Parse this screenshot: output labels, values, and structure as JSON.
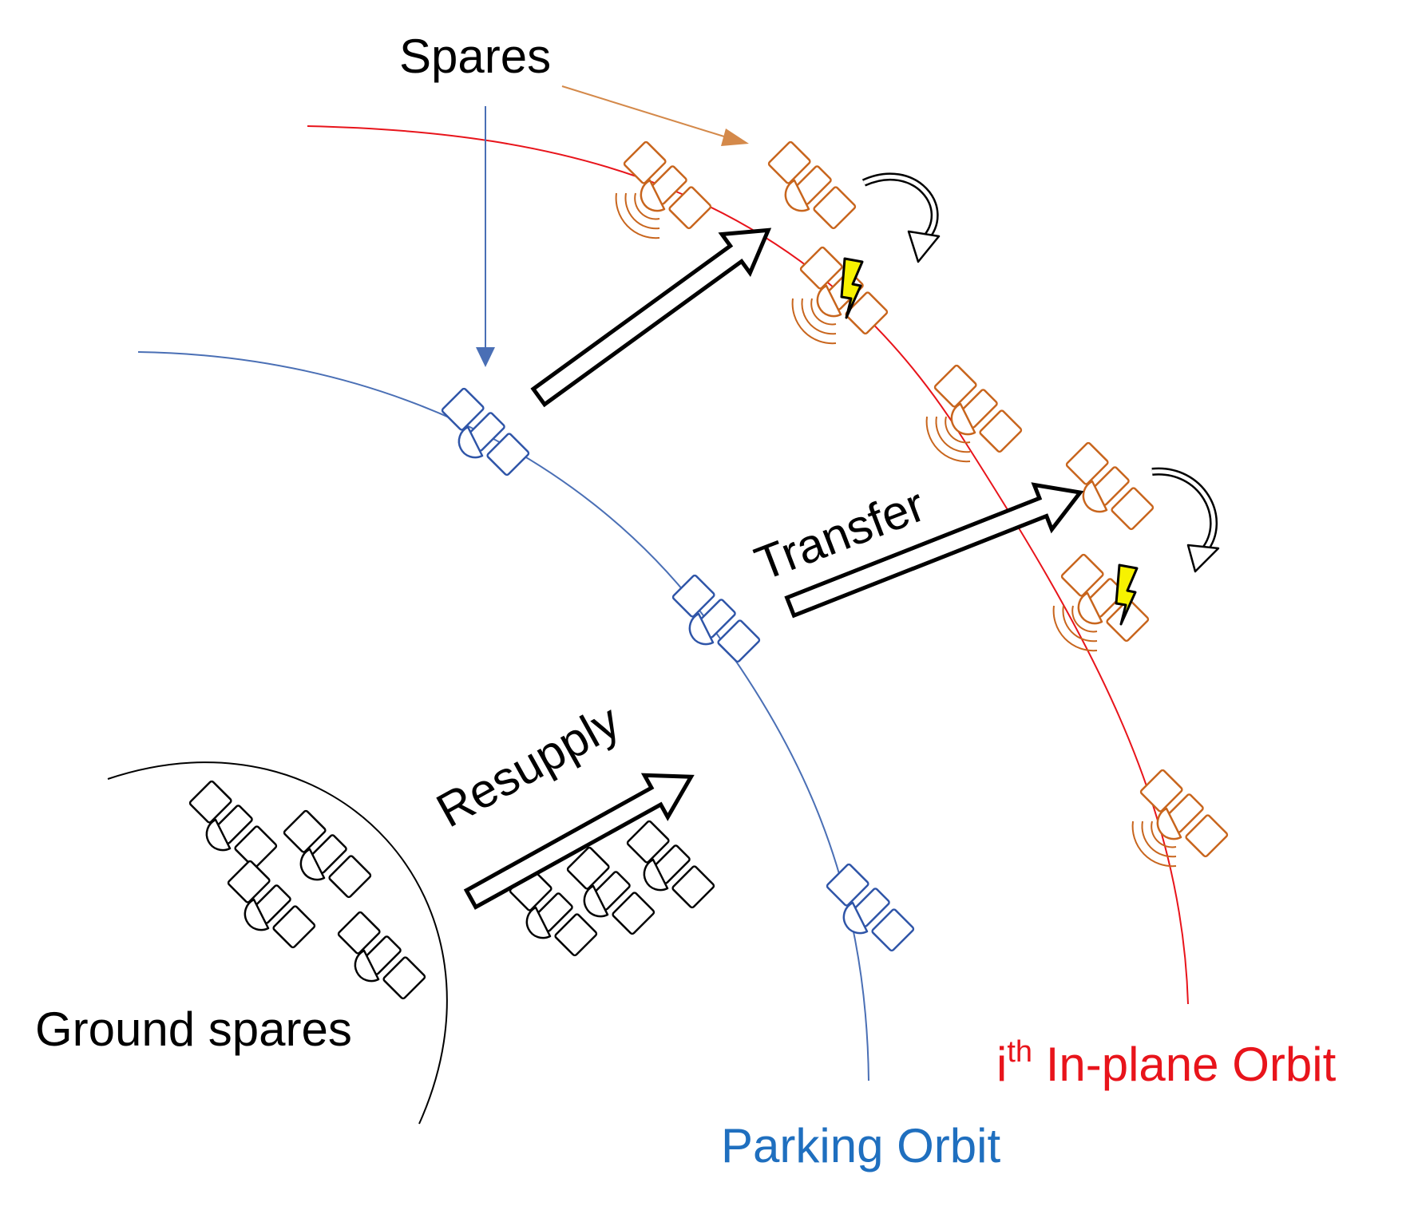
{
  "labels": {
    "spares": "Spares",
    "transfer": "Transfer",
    "resupply": "Resupply",
    "ground_spares": "Ground spares",
    "parking_orbit": "Parking Orbit",
    "inplane_orbit_index": "i",
    "inplane_orbit_superscript": "th",
    "inplane_orbit_rest": " In-plane Orbit"
  },
  "colors": {
    "inplane_orbit": "#e8141b",
    "parking_orbit": "#4a6fb5",
    "parking_label": "#1f6fbf",
    "ground": "#000000",
    "spare_pointer": "#d4894a",
    "orbit_satellite": "#c8651d",
    "parking_satellite": "#2f55a8",
    "ground_satellite": "#000000",
    "failure_bolt": "#f7f200",
    "background": "#ffffff"
  },
  "icons": {
    "satellite": "satellite-icon",
    "signal": "signal-waves-icon",
    "failure": "lightning-bolt-icon",
    "replacement": "curved-arrow-icon",
    "transfer": "block-arrow-icon"
  }
}
